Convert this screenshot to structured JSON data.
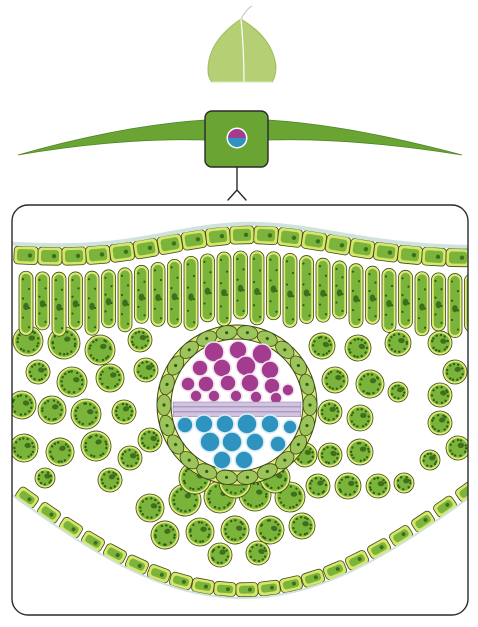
{
  "figure": {
    "subject": "leaf-cross-section",
    "colors": {
      "background": "#ffffff",
      "outline": "#2a2a2a",
      "leaf_light": "#b5cf74",
      "leaf_dark": "#6aa534",
      "epidermis_fill": "#d7e56a",
      "epidermis_edge": "#9cbc2e",
      "cuticle": "#cfe3dc",
      "mesophyll_cell": "#7ab43a",
      "cell_wall": "#dfe978",
      "chloroplast": "#2f5d16",
      "xylem": "#a33b8e",
      "xylem_edge": "#7c2a6c",
      "cambium": "#d2c3e0",
      "phloem": "#2f93c0",
      "phloem_edge": "#1e6e95",
      "bundle_sheath": "#9cc45a"
    },
    "parts": [
      "leaf-icon",
      "leaf-section-profile",
      "vascular-bundle-magnifier",
      "callout-connector",
      "magnified-panel",
      "upper-epidermis",
      "palisade-mesophyll",
      "spongy-mesophyll",
      "bundle-sheath",
      "xylem",
      "cambium",
      "phloem",
      "lower-epidermis"
    ]
  }
}
